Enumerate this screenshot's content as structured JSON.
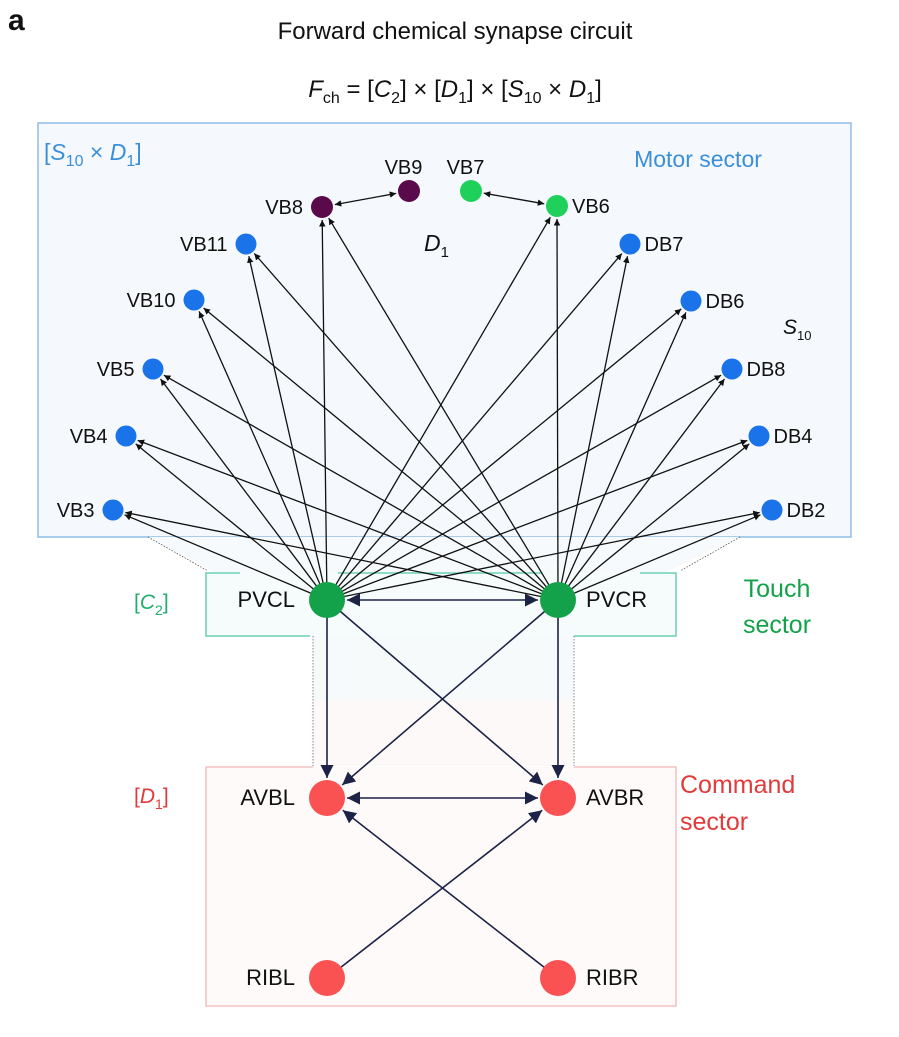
{
  "panel_label": "a",
  "title": "Forward chemical synapse circuit",
  "formula": {
    "lhs_main": "F",
    "lhs_sub": "ch",
    "rhs": [
      {
        "t": " = [",
        "i": false
      },
      {
        "t": "C",
        "i": true
      },
      {
        "t": "2",
        "sub": true
      },
      {
        "t": "] × [",
        "i": false
      },
      {
        "t": "D",
        "i": true
      },
      {
        "t": "1",
        "sub": true
      },
      {
        "t": "] × [",
        "i": false
      },
      {
        "t": "S",
        "i": true
      },
      {
        "t": "10",
        "sub": true
      },
      {
        "t": " × ",
        "i": false
      },
      {
        "t": "D",
        "i": true
      },
      {
        "t": "1",
        "sub": true
      },
      {
        "t": "]",
        "i": false
      }
    ]
  },
  "colors": {
    "motor_blue": "#1a73e8",
    "motor_label": "#3b8fd9",
    "motor_box_stroke": "#8fbde6",
    "motor_box_fill": "#f5f9fd",
    "touch_green": "#13a24a",
    "touch_box_stroke": "#7fd8bf",
    "touch_box_fill": "#f6fbfb",
    "command_red": "#fa5252",
    "command_label": "#e23a3a",
    "command_box_stroke": "#f2b6b6",
    "command_box_fill": "#fffafa",
    "purple": "#5a0a4a",
    "light_green": "#1fd05a",
    "edge_dark": "#111111",
    "edge_navy": "#1d2347"
  },
  "sectors": {
    "motor": {
      "label": "Motor sector",
      "bracket": {
        "main1": "S",
        "sub1": "10",
        "mid": " × ",
        "main2": "D",
        "sub2": "1"
      },
      "group_labels": [
        {
          "main": "D",
          "sub": "1"
        },
        {
          "main": "S",
          "sub": "10"
        }
      ]
    },
    "touch": {
      "label_line1": "Touch",
      "label_line2": "sector",
      "bracket": {
        "main": "C",
        "sub": "2"
      }
    },
    "command": {
      "label_line1": "Command",
      "label_line2": "sector",
      "bracket": {
        "main": "D",
        "sub": "1"
      }
    }
  },
  "nodes": [
    {
      "id": "VB8",
      "label": "VB8",
      "group": "D1-purple"
    },
    {
      "id": "VB9",
      "label": "VB9",
      "group": "D1-purple"
    },
    {
      "id": "VB7",
      "label": "VB7",
      "group": "D1-green"
    },
    {
      "id": "VB6",
      "label": "VB6",
      "group": "D1-green"
    },
    {
      "id": "VB11",
      "label": "VB11",
      "group": "S10"
    },
    {
      "id": "VB10",
      "label": "VB10",
      "group": "S10"
    },
    {
      "id": "VB5",
      "label": "VB5",
      "group": "S10"
    },
    {
      "id": "VB4",
      "label": "VB4",
      "group": "S10"
    },
    {
      "id": "VB3",
      "label": "VB3",
      "group": "S10"
    },
    {
      "id": "DB7",
      "label": "DB7",
      "group": "S10"
    },
    {
      "id": "DB6",
      "label": "DB6",
      "group": "S10"
    },
    {
      "id": "DB8",
      "label": "DB8",
      "group": "S10"
    },
    {
      "id": "DB4",
      "label": "DB4",
      "group": "S10"
    },
    {
      "id": "DB2",
      "label": "DB2",
      "group": "S10"
    },
    {
      "id": "PVCL",
      "label": "PVCL",
      "group": "touch"
    },
    {
      "id": "PVCR",
      "label": "PVCR",
      "group": "touch"
    },
    {
      "id": "AVBL",
      "label": "AVBL",
      "group": "command"
    },
    {
      "id": "AVBR",
      "label": "AVBR",
      "group": "command"
    },
    {
      "id": "RIBL",
      "label": "RIBL",
      "group": "command"
    },
    {
      "id": "RIBR",
      "label": "RIBR",
      "group": "command"
    }
  ],
  "edges": [
    {
      "from": "PVCL",
      "to": "VB8"
    },
    {
      "from": "PVCL",
      "to": "VB6"
    },
    {
      "from": "PVCL",
      "to": "VB11"
    },
    {
      "from": "PVCL",
      "to": "VB10"
    },
    {
      "from": "PVCL",
      "to": "VB5"
    },
    {
      "from": "PVCL",
      "to": "VB4"
    },
    {
      "from": "PVCL",
      "to": "VB3"
    },
    {
      "from": "PVCL",
      "to": "DB7"
    },
    {
      "from": "PVCL",
      "to": "DB6"
    },
    {
      "from": "PVCL",
      "to": "DB8"
    },
    {
      "from": "PVCL",
      "to": "DB4"
    },
    {
      "from": "PVCL",
      "to": "DB2"
    },
    {
      "from": "PVCR",
      "to": "VB8"
    },
    {
      "from": "PVCR",
      "to": "VB6"
    },
    {
      "from": "PVCR",
      "to": "VB11"
    },
    {
      "from": "PVCR",
      "to": "VB10"
    },
    {
      "from": "PVCR",
      "to": "VB5"
    },
    {
      "from": "PVCR",
      "to": "VB4"
    },
    {
      "from": "PVCR",
      "to": "VB3"
    },
    {
      "from": "PVCR",
      "to": "DB7"
    },
    {
      "from": "PVCR",
      "to": "DB6"
    },
    {
      "from": "PVCR",
      "to": "DB8"
    },
    {
      "from": "PVCR",
      "to": "DB4"
    },
    {
      "from": "PVCR",
      "to": "DB2"
    },
    {
      "from": "VB8",
      "to": "VB9",
      "bidirectional": true
    },
    {
      "from": "VB7",
      "to": "VB6",
      "bidirectional": true
    },
    {
      "from": "PVCL",
      "to": "PVCR",
      "bidirectional": true
    },
    {
      "from": "PVCL",
      "to": "AVBL"
    },
    {
      "from": "PVCL",
      "to": "AVBR"
    },
    {
      "from": "PVCR",
      "to": "AVBL"
    },
    {
      "from": "PVCR",
      "to": "AVBR"
    },
    {
      "from": "AVBL",
      "to": "AVBR",
      "bidirectional": true
    },
    {
      "from": "RIBL",
      "to": "AVBR"
    },
    {
      "from": "RIBR",
      "to": "AVBL"
    }
  ]
}
